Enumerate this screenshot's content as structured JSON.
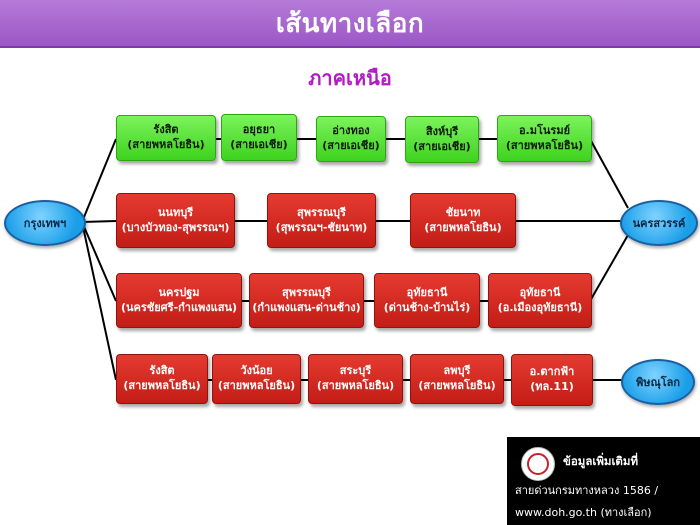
{
  "header": {
    "title": "เส้นทางเลือก"
  },
  "region_title": "ภาคเหนือ",
  "origin": "กรุงเทพฯ",
  "destinations": {
    "nakhon_sawan": "นครสวรรค์",
    "phitsanulok": "พิษณุโลก"
  },
  "routes": [
    {
      "color": "#45d624",
      "ends_at": "nakhon_sawan",
      "nodes": [
        {
          "line1": "รังสิต",
          "line2": "(สายพหลโยธิน)"
        },
        {
          "line1": "อยุธยา",
          "line2": "(สายเอเชีย)"
        },
        {
          "line1": "อ่างทอง",
          "line2": "(สายเอเชีย)"
        },
        {
          "line1": "สิงห์บุรี",
          "line2": "(สายเอเชีย)"
        },
        {
          "line1": "อ.มโนรมย์",
          "line2": "(สายพหลโยธิน)"
        }
      ]
    },
    {
      "color": "#d02a22",
      "ends_at": "nakhon_sawan",
      "nodes": [
        {
          "line1": "นนทบุรี",
          "line2": "(บางบัวทอง-สุพรรณฯ)"
        },
        {
          "line1": "สุพรรณบุรี",
          "line2": "(สุพรรณฯ-ชัยนาท)"
        },
        {
          "line1": "ชัยนาท",
          "line2": "(สายพหลโยธิน)"
        }
      ]
    },
    {
      "color": "#d02a22",
      "ends_at": "nakhon_sawan",
      "nodes": [
        {
          "line1": "นครปฐม",
          "line2": "(นครชัยศรี-กำแพงแสน)"
        },
        {
          "line1": "สุพรรณบุรี",
          "line2": "(กำแพงแสน-ด่านช้าง)"
        },
        {
          "line1": "อุทัยธานี",
          "line2": "(ด่านช้าง-บ้านไร่)"
        },
        {
          "line1": "อุทัยธานี",
          "line2": "(อ.เมืองอุทัยธานี)"
        }
      ]
    },
    {
      "color": "#d02a22",
      "ends_at": "phitsanulok",
      "nodes": [
        {
          "line1": "รังสิต",
          "line2": "(สายพหลโยธิน)"
        },
        {
          "line1": "วังน้อย",
          "line2": "(สายพหลโยธิน)"
        },
        {
          "line1": "สระบุรี",
          "line2": "(สายพหลโยธิน)"
        },
        {
          "line1": "ลพบุรี",
          "line2": "(สายพหลโยธิน)"
        },
        {
          "line1": "อ.ตากฟ้า",
          "line2": "(ทล.11)"
        }
      ]
    }
  ],
  "info_box": {
    "title": "ข้อมูลเพิ่มเติมที่",
    "line1": "สายด่วนกรมทางหลวง 1586 /",
    "line2": "www.doh.go.th (ทางเลือก)"
  },
  "colors": {
    "header_bg": "#a56ad0",
    "region_title": "#b11cc4",
    "green_node": "#45d624",
    "red_node": "#d02a22",
    "ellipse": "#1a9ee8",
    "connector": "#000000"
  }
}
